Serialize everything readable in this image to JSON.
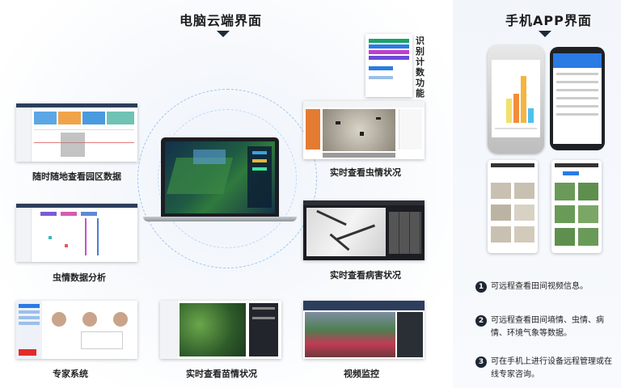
{
  "headings": {
    "desktop": "电脑云端界面",
    "mobile": "手机APP界面"
  },
  "captions": {
    "park": "随时随地查看园区数据",
    "pest_analysis": "虫情数据分析",
    "expert": "专家系统",
    "pest_status": "实时查看虫情状况",
    "disease": "实时查看病害状况",
    "seedling": "实时查看苗情状况",
    "video": "视频监控",
    "count_func": "识别计数功能"
  },
  "features": [
    {
      "num": "1",
      "text": "可远程查看田间视频信息。"
    },
    {
      "num": "2",
      "text": "可远程查看田间墒情、虫情、病情、环境气象等数据。"
    },
    {
      "num": "3",
      "text": "可在手机上进行设备远程管理或在线专家咨询。"
    }
  ],
  "colors": {
    "dark": "#1d2633",
    "accent": "#2a7be4",
    "panel": "#2c3e5c"
  }
}
